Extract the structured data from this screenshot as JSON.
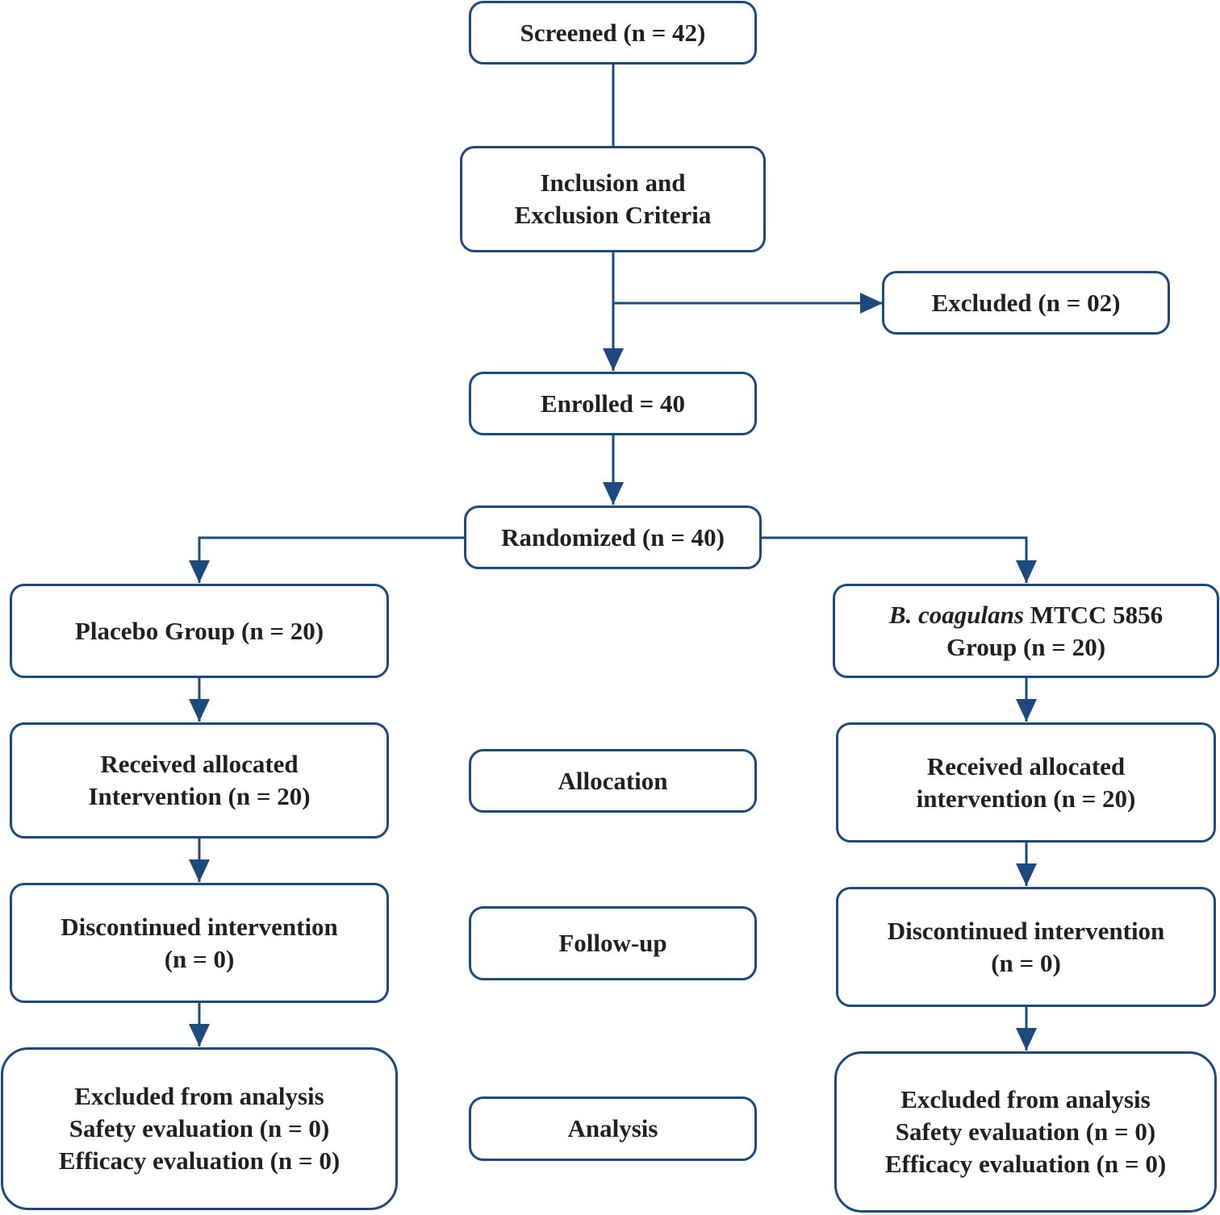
{
  "screened": {
    "text": "Screened (n = 42)"
  },
  "criteria": {
    "line1": "Inclusion and",
    "line2": "Exclusion Criteria"
  },
  "excluded": {
    "text": "Excluded (n = 02)"
  },
  "enrolled": {
    "text": "Enrolled = 40"
  },
  "randomized": {
    "text": "Randomized (n = 40)"
  },
  "placebo": {
    "group": "Placebo Group (n = 20)",
    "received_line1": "Received allocated",
    "received_line2": "Intervention (n = 20)",
    "discontinued_line1": "Discontinued intervention",
    "discontinued_line2": "(n = 0)",
    "analysis_line1": "Excluded from analysis",
    "analysis_line2": "Safety evaluation (n = 0)",
    "analysis_line3": "Efficacy evaluation (n = 0)"
  },
  "probiotic": {
    "group_species": "B. coagulans",
    "group_strain": " MTCC 5856",
    "group_line2": "Group (n = 20)",
    "received_line1": "Received allocated",
    "received_line2": "intervention (n = 20)",
    "discontinued_line1": "Discontinued intervention",
    "discontinued_line2": "(n = 0)",
    "analysis_line1": "Excluded from analysis",
    "analysis_line2": "Safety evaluation (n = 0)",
    "analysis_line3": "Efficacy evaluation (n = 0)"
  },
  "stages": {
    "allocation": "Allocation",
    "followup": "Follow-up",
    "analysis": "Analysis"
  },
  "colors": {
    "stroke": "#1c4a7e",
    "text": "#231f20",
    "background": "#ffffff"
  }
}
